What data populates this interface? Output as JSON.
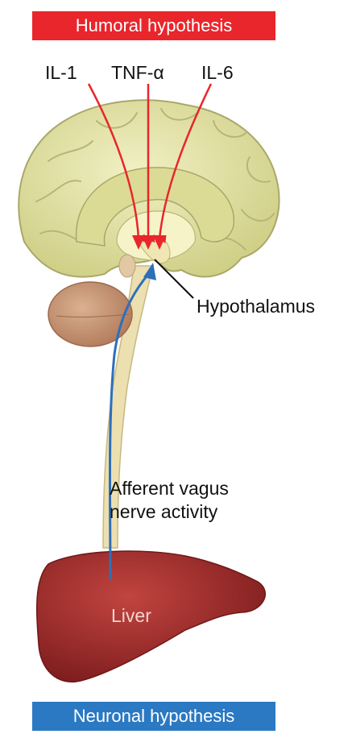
{
  "banners": {
    "top": {
      "text": "Humoral hypothesis",
      "color": "#e8262b"
    },
    "bottom": {
      "text": "Neuronal hypothesis",
      "color": "#2b79c2"
    }
  },
  "cytokines": {
    "il1": "IL-1",
    "tnf": "TNF-α",
    "il6": "IL-6",
    "arrow_color": "#e8262b"
  },
  "labels": {
    "hypothalamus": "Hypothalamus",
    "vagus_line1": "Afferent vagus",
    "vagus_line2": "nerve activity",
    "liver": "Liver"
  },
  "colors": {
    "brain": "#e4e3a6",
    "cerebellum": "#c89a78",
    "liver": "#a8302f",
    "vagus_arrow": "#2e6fba"
  }
}
